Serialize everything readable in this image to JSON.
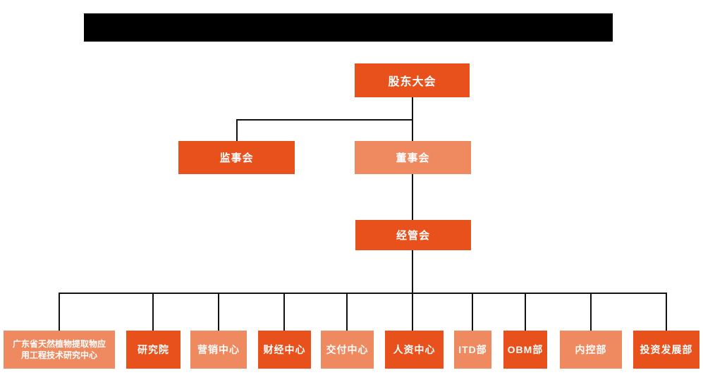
{
  "colors": {
    "background": "#ffffff",
    "node_dark": "#e8501c",
    "node_light": "#ef8960",
    "node_text": "#ffffff",
    "connector": "#111111",
    "redaction": "#000000"
  },
  "org_chart": {
    "level1": [
      {
        "label": "股东大会",
        "variant": "dark"
      }
    ],
    "level2": [
      {
        "label": "监事会",
        "variant": "dark"
      },
      {
        "label": "董事会",
        "variant": "light"
      }
    ],
    "level3": [
      {
        "label": "经管会",
        "variant": "dark"
      }
    ],
    "level4": [
      {
        "label": "广东省天然植物提取物应用工程技术研究中心",
        "variant": "light"
      },
      {
        "label": "研究院",
        "variant": "dark"
      },
      {
        "label": "营销中心",
        "variant": "light"
      },
      {
        "label": "财经中心",
        "variant": "dark"
      },
      {
        "label": "交付中心",
        "variant": "light"
      },
      {
        "label": "人资中心",
        "variant": "dark"
      },
      {
        "label": "ITD部",
        "variant": "light"
      },
      {
        "label": "OBM部",
        "variant": "dark"
      },
      {
        "label": "内控部",
        "variant": "light"
      },
      {
        "label": "投资发展部",
        "variant": "dark"
      }
    ]
  }
}
